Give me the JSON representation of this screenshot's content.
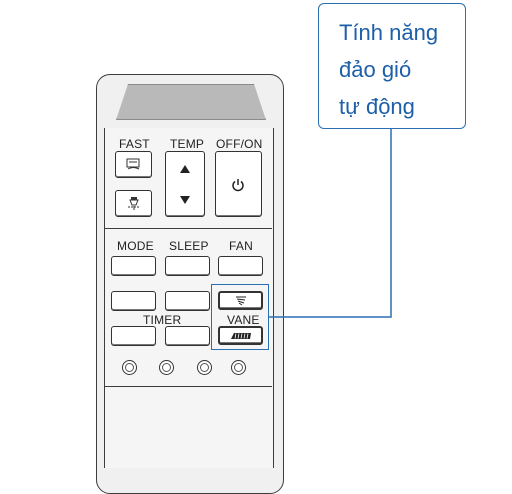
{
  "remote": {
    "fast_label": "FAST",
    "temp_label": "TEMP",
    "offon_label": "OFF/ON",
    "mode_label": "MODE",
    "sleep_label": "SLEEP",
    "fan_label": "FAN",
    "timer_label": "TIMER",
    "vane_label": "VANE"
  },
  "callout": {
    "text": "Tính năng\nđảo gió\ntự động"
  },
  "colors": {
    "callout_blue": "#2b6fb3",
    "callout_text": "#1d5fa8",
    "display_gray": "#b9b9b9"
  }
}
